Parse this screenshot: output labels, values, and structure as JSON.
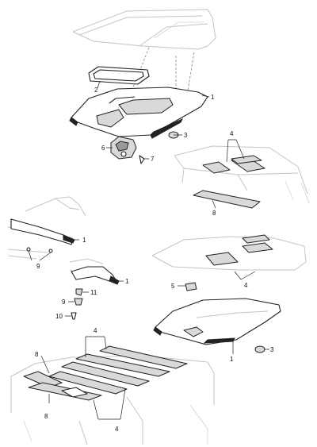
{
  "callouts": {
    "c1": "1",
    "c2": "2",
    "c3": "3",
    "c4": "4",
    "c6": "6",
    "c7": "7",
    "c8": "8",
    "d1a": "1",
    "d9": "9",
    "d1b": "1",
    "d11": "11",
    "d9b": "9",
    "d10": "10",
    "e4": "4",
    "e5": "5",
    "e3": "3",
    "e1": "1",
    "f4a": "4",
    "f8a": "8",
    "f8b": "8",
    "f4b": "4"
  }
}
